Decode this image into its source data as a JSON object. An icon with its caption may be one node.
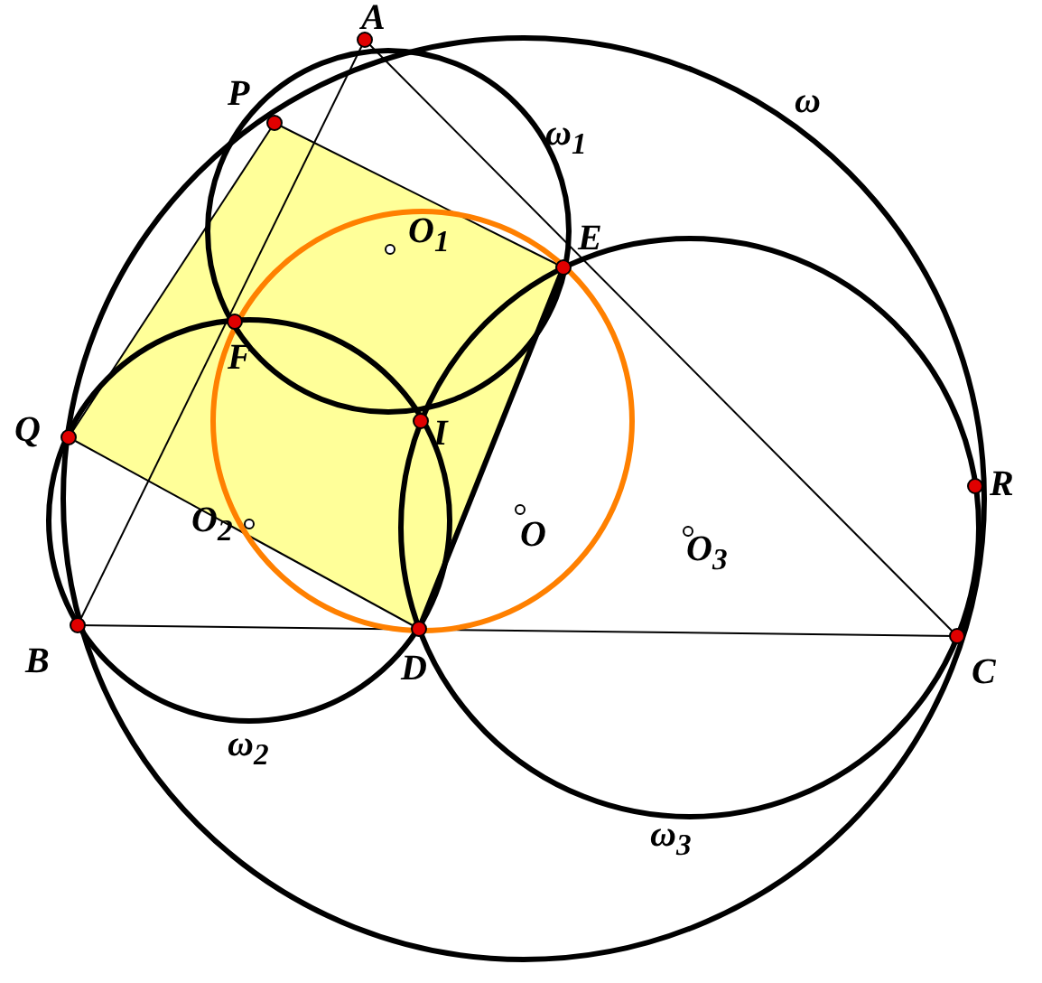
{
  "diagram": {
    "labels": [
      "A",
      "P",
      "ω",
      "ω$_{1}$",
      "O$_{1}$",
      "E",
      "F",
      "Q",
      "I",
      "R",
      "O$_{2}$",
      "O",
      "O$_{3}$",
      "B",
      "D",
      "C",
      "ω$_{2}$",
      "ω$_{3}$"
    ]
  }
}
